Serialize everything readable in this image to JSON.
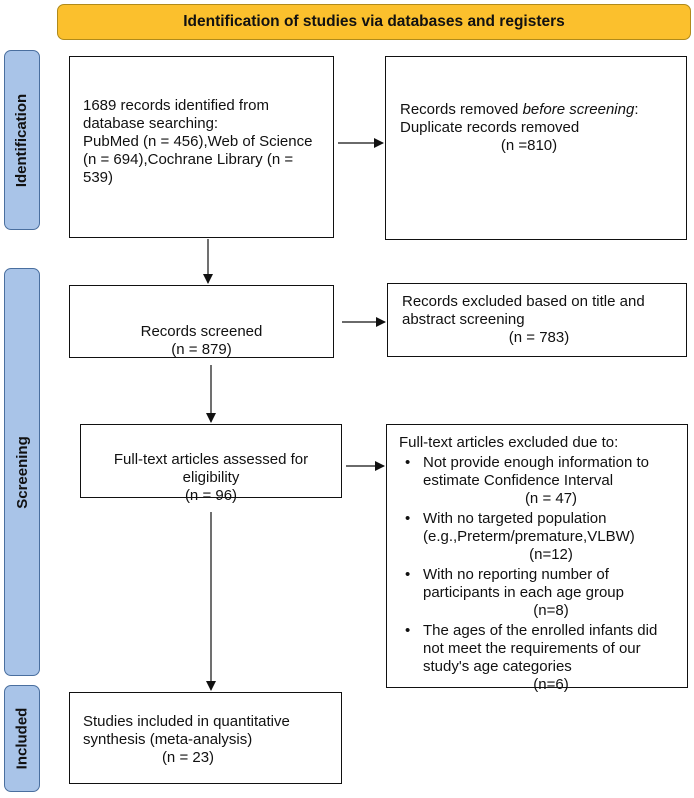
{
  "header": {
    "title": "Identification of studies via databases and registers"
  },
  "phases": {
    "identification": "Identification",
    "screening": "Screening",
    "included": "Included"
  },
  "boxes": {
    "records_identified": "1689 records identified from database searching:\nPubMed (n = 456),Web of Science (n = 694),Cochrane Library (n = 539)",
    "records_removed": {
      "line1_a": "Records removed ",
      "line1_b": "before screening",
      "line1_c": ":",
      "line2": "Duplicate records removed",
      "line3": "(n =810)"
    },
    "records_screened": "Records screened\n(n = 879)",
    "records_excluded": "Records excluded based on title and abstract screening",
    "records_excluded_n": "(n = 783)",
    "fulltext_assessed": "Full-text articles assessed for eligibility\n(n = 96)",
    "fulltext_excluded_title": "Full-text articles excluded due to:",
    "fulltext_excluded_items": [
      {
        "text": "Not provide enough information to estimate Confidence Interval",
        "n": "(n = 47)"
      },
      {
        "text": "With no targeted population (e.g.,Preterm/premature,VLBW)",
        "n": "(n=12)"
      },
      {
        "text": "With no reporting number of participants in each age group",
        "n": "(n=8)"
      },
      {
        "text": "The ages of the enrolled infants did not meet the requirements of our study's age categories",
        "n": "(n=6)"
      }
    ],
    "studies_included": "Studies included in quantitative synthesis (meta-analysis)",
    "studies_included_n": "(n = 23)"
  }
}
